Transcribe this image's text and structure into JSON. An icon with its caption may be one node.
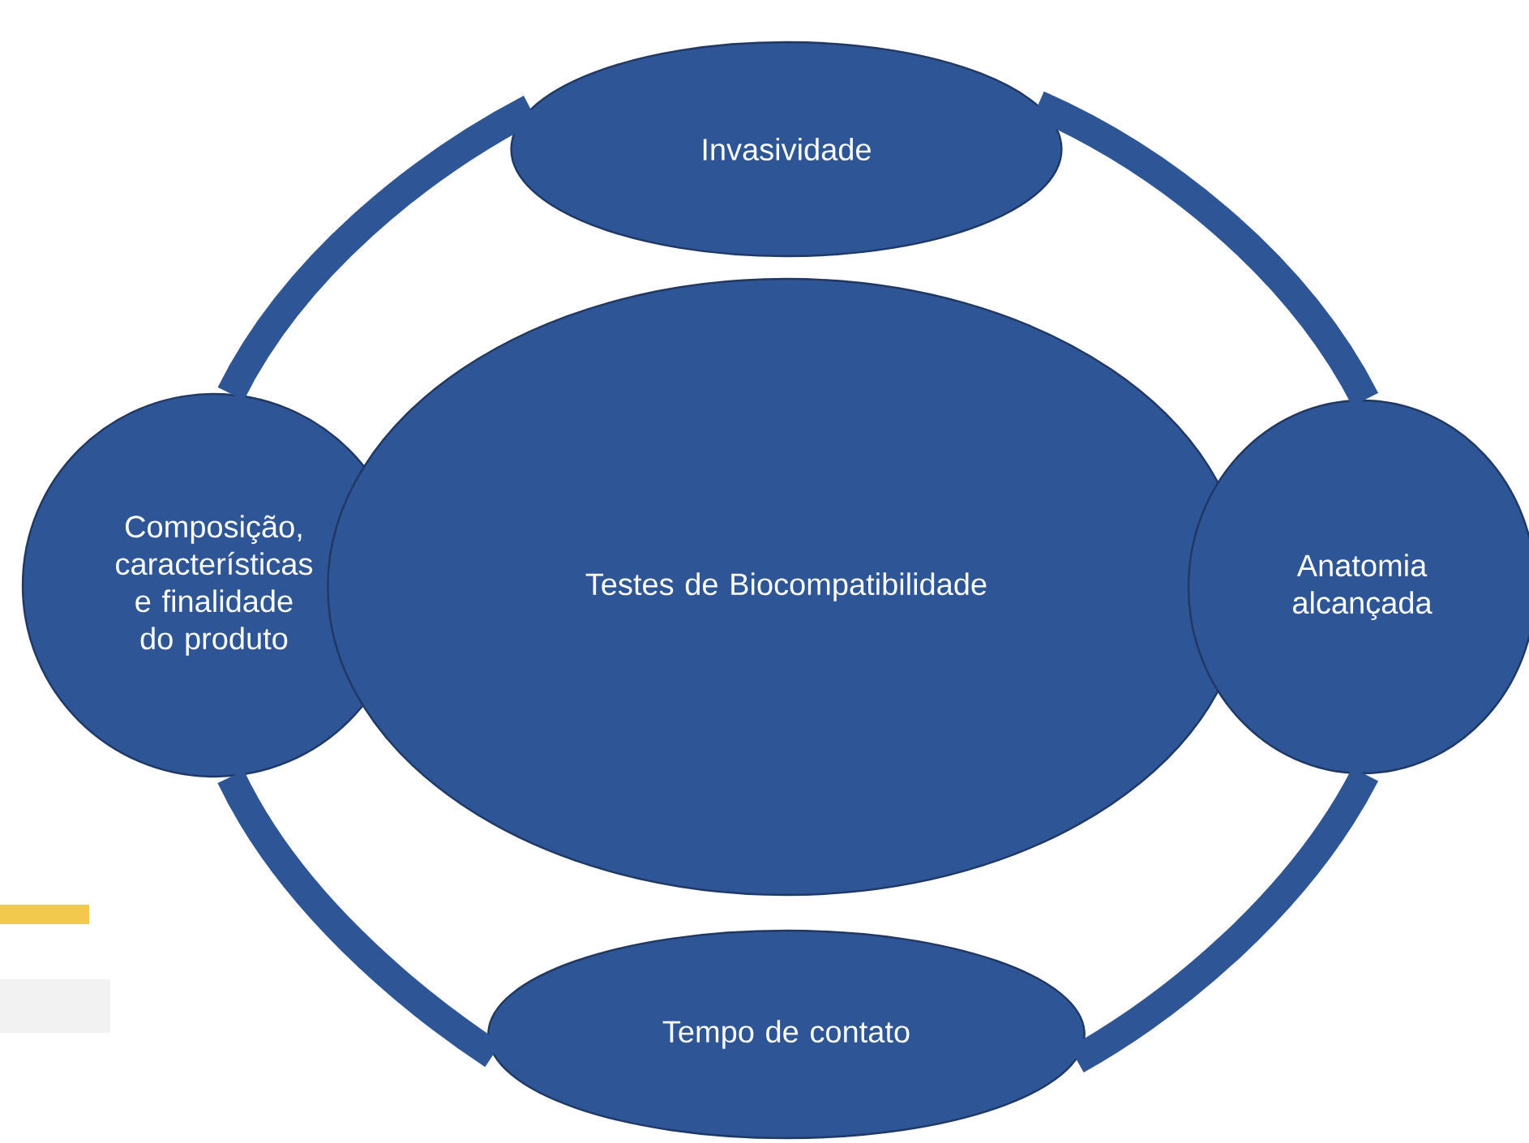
{
  "diagram": {
    "nodes": [
      {
        "text": [
          "Invasividade"
        ]
      },
      {
        "text": [
          "Composição, características e finalidade do produto"
        ]
      },
      {
        "text": [
          "Testes de Biocompatibilidade"
        ]
      },
      {
        "text": [
          "Anatomia alcançada"
        ]
      },
      {
        "text": [
          "Tempo de contato"
        ]
      }
    ],
    "edges": [
      {
        "from": 0,
        "to": 3,
        "arrow": "none"
      },
      {
        "from": 3,
        "to": 4,
        "arrow": "none"
      },
      {
        "from": 4,
        "to": 1,
        "arrow": "none"
      },
      {
        "from": 1,
        "to": 0,
        "arrow": "none"
      }
    ]
  }
}
